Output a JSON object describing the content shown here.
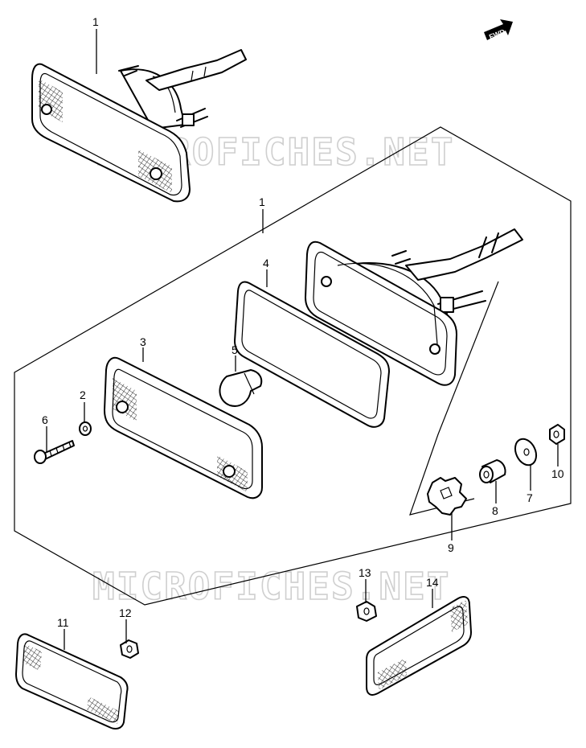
{
  "watermark": "MICROFICHES.NET",
  "forward_badge": "FWD",
  "callouts": [
    {
      "id": "c1a",
      "label": "1"
    },
    {
      "id": "c1b",
      "label": "1"
    },
    {
      "id": "c2",
      "label": "2"
    },
    {
      "id": "c3",
      "label": "3"
    },
    {
      "id": "c4",
      "label": "4"
    },
    {
      "id": "c5",
      "label": "5"
    },
    {
      "id": "c6",
      "label": "6"
    },
    {
      "id": "c7",
      "label": "7"
    },
    {
      "id": "c8",
      "label": "8"
    },
    {
      "id": "c9",
      "label": "9"
    },
    {
      "id": "c10",
      "label": "10"
    },
    {
      "id": "c11",
      "label": "11"
    },
    {
      "id": "c12",
      "label": "12"
    },
    {
      "id": "c13",
      "label": "13"
    },
    {
      "id": "c14",
      "label": "14"
    }
  ]
}
